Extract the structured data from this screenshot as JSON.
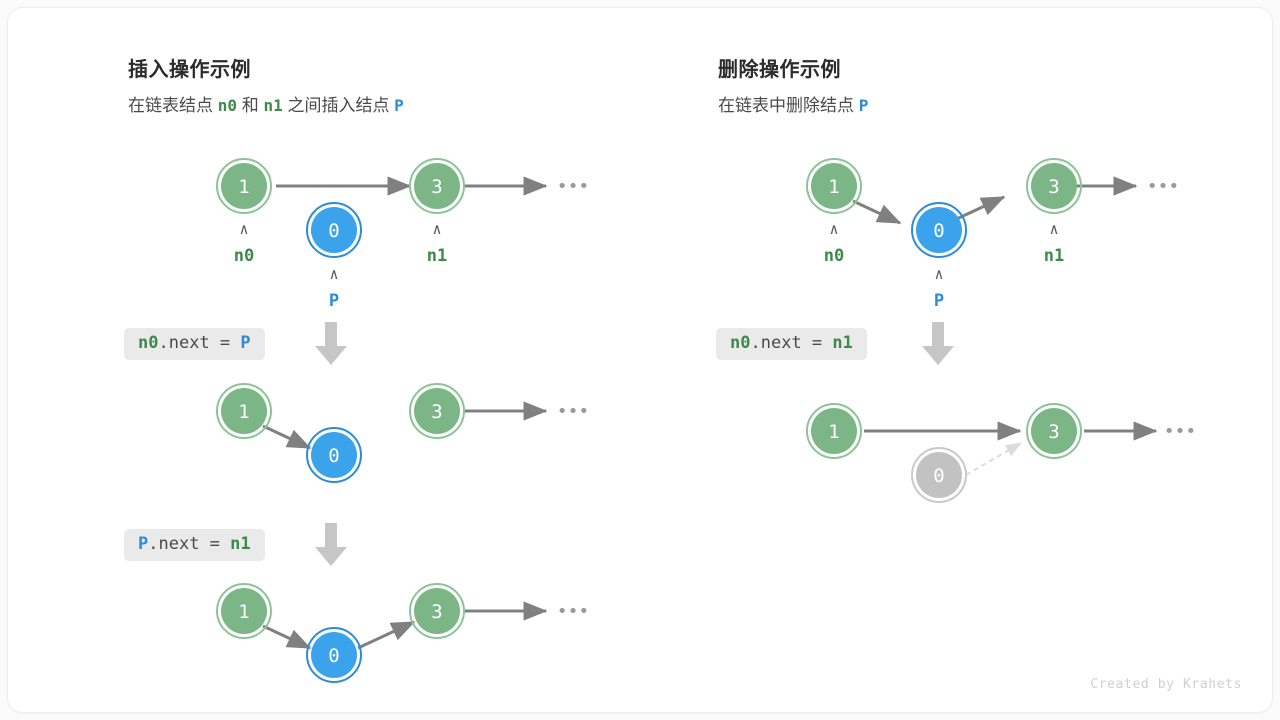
{
  "colors": {
    "green_fill": "#7cb687",
    "green_ring": "#8cc497",
    "blue_fill": "#3ba3ec",
    "blue_ring": "#2d8bd8",
    "gray_fill": "#c2c2c2",
    "gray_ring": "#c9c9c9",
    "arrow": "#808080",
    "dashed": "#dcdcdc",
    "chip_bg": "#eaeaea",
    "label_green": "#3d8b48",
    "label_blue": "#2d8bd8",
    "card_bg": "#ffffff",
    "page_bg": "#fbfbfb"
  },
  "left_panel": {
    "title": "插入操作示例",
    "subtitle_parts": [
      {
        "text": "在链表结点 ",
        "style": "plain"
      },
      {
        "text": "n0",
        "style": "green-mono"
      },
      {
        "text": " 和 ",
        "style": "plain"
      },
      {
        "text": "n1",
        "style": "green-mono"
      },
      {
        "text": " 之间插入结点 ",
        "style": "plain"
      },
      {
        "text": "P",
        "style": "blue-mono"
      }
    ],
    "steps": [
      {
        "code_parts": [
          {
            "text": "n0",
            "style": "green-mono"
          },
          {
            "text": ".next = ",
            "style": "plain"
          },
          {
            "text": "P",
            "style": "blue-mono"
          }
        ],
        "code_text": "n0.next = P"
      },
      {
        "code_parts": [
          {
            "text": "P",
            "style": "blue-mono"
          },
          {
            "text": ".next = ",
            "style": "plain"
          },
          {
            "text": "n1",
            "style": "green-mono"
          }
        ],
        "code_text": "P.next = n1"
      }
    ],
    "rows": [
      {
        "name": "initial-state",
        "nodes": [
          {
            "value": "1",
            "color": "green",
            "pointer": "n0",
            "pointer_color": "green"
          },
          {
            "value": "0",
            "color": "blue",
            "pointer": "P",
            "pointer_color": "blue"
          },
          {
            "value": "3",
            "color": "green",
            "pointer": "n1",
            "pointer_color": "green"
          }
        ],
        "ellipsis": "•••"
      },
      {
        "name": "after-n0-next-p",
        "nodes": [
          {
            "value": "1",
            "color": "green"
          },
          {
            "value": "0",
            "color": "blue"
          },
          {
            "value": "3",
            "color": "green"
          }
        ],
        "ellipsis": "•••"
      },
      {
        "name": "after-p-next-n1",
        "nodes": [
          {
            "value": "1",
            "color": "green"
          },
          {
            "value": "0",
            "color": "blue"
          },
          {
            "value": "3",
            "color": "green"
          }
        ],
        "ellipsis": "•••"
      }
    ]
  },
  "right_panel": {
    "title": "删除操作示例",
    "subtitle_parts": [
      {
        "text": "在链表中删除结点 ",
        "style": "plain"
      },
      {
        "text": "P",
        "style": "blue-mono"
      }
    ],
    "steps": [
      {
        "code_parts": [
          {
            "text": "n0",
            "style": "green-mono"
          },
          {
            "text": ".next = ",
            "style": "plain"
          },
          {
            "text": "n1",
            "style": "green-mono"
          }
        ],
        "code_text": "n0.next = n1"
      }
    ],
    "rows": [
      {
        "name": "initial-state",
        "nodes": [
          {
            "value": "1",
            "color": "green",
            "pointer": "n0",
            "pointer_color": "green"
          },
          {
            "value": "0",
            "color": "blue",
            "pointer": "P",
            "pointer_color": "blue"
          },
          {
            "value": "3",
            "color": "green",
            "pointer": "n1",
            "pointer_color": "green"
          }
        ],
        "ellipsis": "•••"
      },
      {
        "name": "after-deletion",
        "nodes": [
          {
            "value": "1",
            "color": "green"
          },
          {
            "value": "0",
            "color": "gray"
          },
          {
            "value": "3",
            "color": "green"
          }
        ],
        "ellipsis": "•••"
      }
    ]
  },
  "credit": "Created by Krahets"
}
